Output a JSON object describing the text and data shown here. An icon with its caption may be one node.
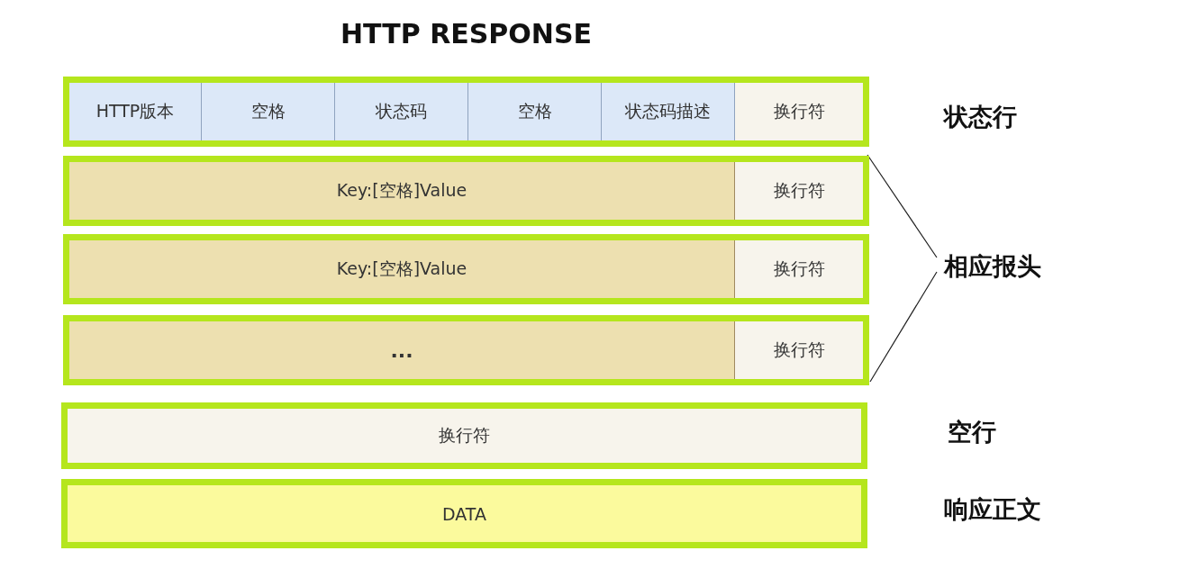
{
  "diagram": {
    "title": "HTTP RESPONSE",
    "nodes": [
      {
        "text": [],
        "shape": "box"
      },
      {
        "text": [
          "HTTP版本"
        ],
        "in": 0
      },
      {
        "text": [
          "空格"
        ],
        "in": 0
      },
      {
        "text": [
          "状态码"
        ],
        "in": 0
      },
      {
        "text": [
          "空格"
        ],
        "in": 0
      },
      {
        "text": [
          "状态码描述"
        ],
        "in": 0
      },
      {
        "text": [
          "换行符"
        ],
        "in": 0
      },
      {
        "text": [],
        "shape": "box"
      },
      {
        "text": [
          "Key:[空格]Value"
        ],
        "in": 7
      },
      {
        "text": [
          "换行符"
        ],
        "in": 7
      },
      {
        "text": [],
        "shape": "box"
      },
      {
        "text": [
          "Key:[空格]Value"
        ],
        "in": 10
      },
      {
        "text": [
          "换行符"
        ],
        "in": 10
      },
      {
        "text": [],
        "shape": "box"
      },
      {
        "text": [
          "..."
        ],
        "in": 13
      },
      {
        "text": [
          "换行符"
        ],
        "in": 13
      },
      {
        "text": [
          "换行符"
        ]
      },
      {
        "text": [
          "DATA"
        ]
      }
    ],
    "edges": [],
    "labels": [
      "状态行",
      "相应报头",
      "空行",
      "响应正文"
    ]
  }
}
